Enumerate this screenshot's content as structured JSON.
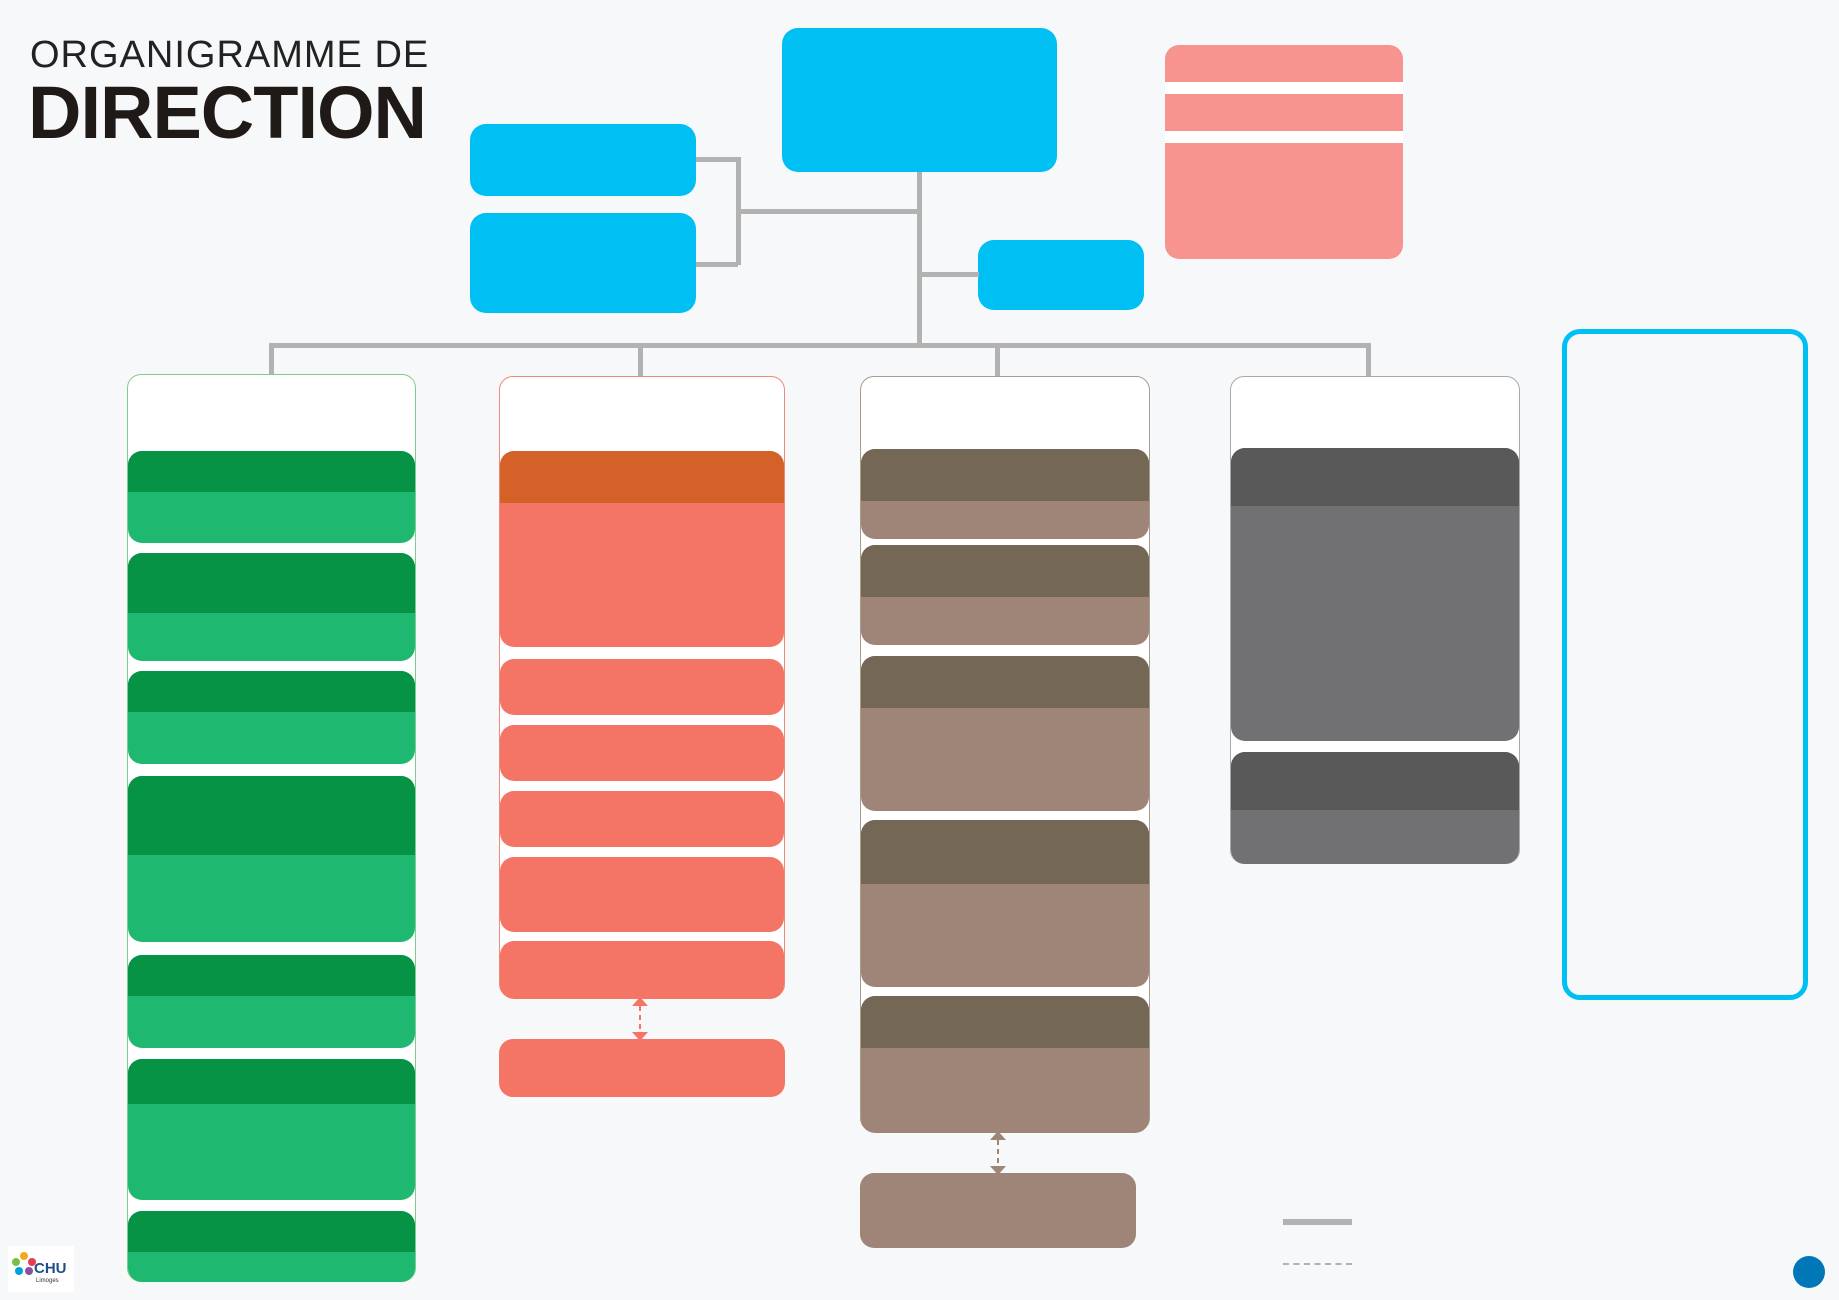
{
  "header": {
    "title_line1": "ORGANIGRAMME DE",
    "title_line2": "DIRECTION"
  },
  "logo": {
    "text": "CHU",
    "subtext": "Limoges"
  },
  "colors": {
    "blue": "#00bff3",
    "salmon": "#f79490",
    "green_dark": "#079346",
    "green_light": "#1fb870",
    "orange_dark": "#d46228",
    "orange_light": "#f47565",
    "brown_dark": "#756755",
    "brown_light": "#9e8577",
    "grey_dark": "#595959",
    "grey_light": "#717073",
    "connector": "#b2b2b2"
  },
  "legend": {
    "solid_line": "line",
    "dashed_line": "dashed"
  }
}
